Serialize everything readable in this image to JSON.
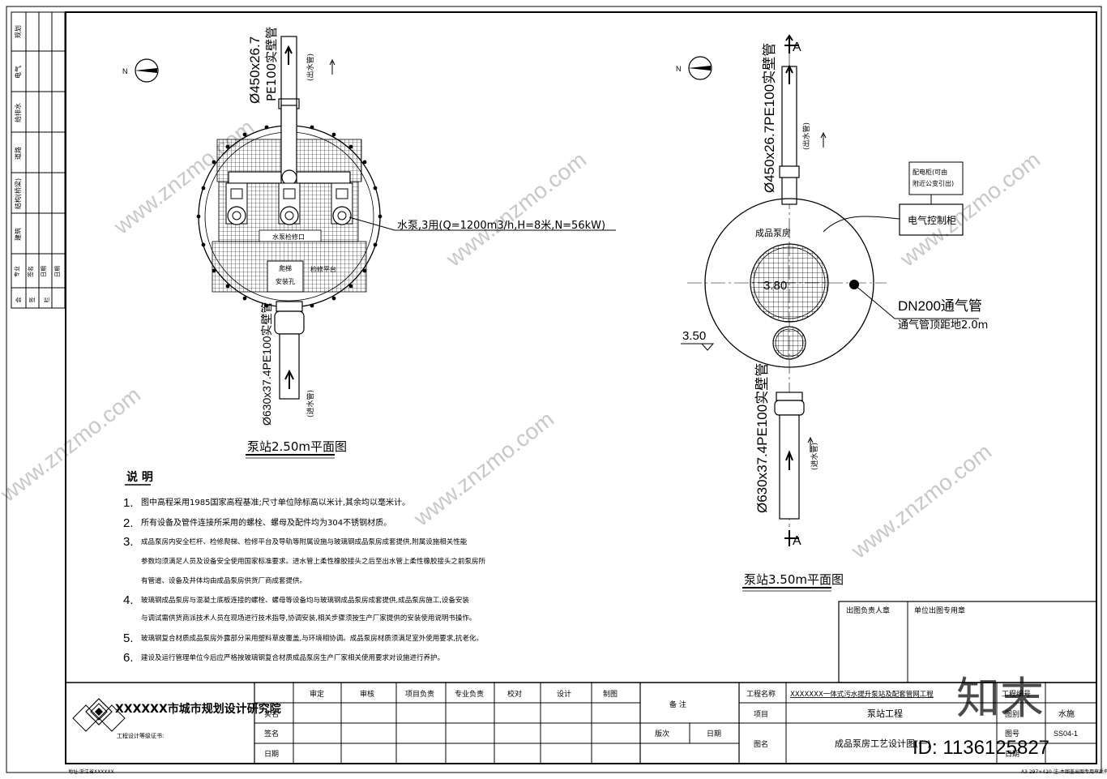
{
  "side_strip": {
    "disciplines": [
      "规划",
      "电气",
      "给排水",
      "道路",
      "结构(桥梁)",
      "建筑"
    ],
    "footer": [
      "专业",
      "签名",
      "日期"
    ],
    "footer_left": [
      "会",
      "签",
      "栏"
    ]
  },
  "plan_left": {
    "north": "N",
    "outlet_pipe_spec": "Ø450x26.7",
    "outlet_pipe_spec2": "PE100实壁管",
    "outlet_label": "(出水管)",
    "pump_callout": "水泵,3用(Q=1200m3/h,H=8米,N=56kW)",
    "inner_label": "水泵检修口",
    "inner_label2": "检修平台",
    "inner_label3": "爬梯",
    "inner_label4": "安装孔",
    "inlet_pipe_spec": "Ø630x37.4PE100实壁管",
    "inlet_label": "(进水管)",
    "title": "泵站2.50m平面图"
  },
  "plan_right": {
    "north": "N",
    "section_mark": "A",
    "outlet_pipe_spec": "Ø450x26.7PE100实壁管",
    "outlet_label": "(出水管)",
    "cabinet_top": "配电柜(可由",
    "cabinet_top2": "附近公变引出)",
    "cabinet": "电气控制柜",
    "pump_house": "成品泵房",
    "diameter": "3.80",
    "vent_pipe": "DN200通气管",
    "vent_height": "通气管顶距地2.0m",
    "elevation": "3.50",
    "inlet_pipe_spec": "Ø630x37.4PE100实壁管",
    "inlet_label": "(进水管)",
    "title": "泵站3.50m平面图"
  },
  "notes": {
    "heading": "说 明",
    "items": [
      {
        "num": "1.",
        "lines": [
          "图中高程采用1985国家高程基准;尺寸单位除标高以米计,其余均以毫米计。"
        ]
      },
      {
        "num": "2.",
        "lines": [
          "所有设备及管件连接所采用的螺栓、螺母及配件均为304不锈钢材质。"
        ]
      },
      {
        "num": "3.",
        "lines": [
          "成品泵房内安全栏杆、检修爬梯、检修平台及导轨等附属设施与玻璃钢成品泵房成套提供,附属设施相关性能",
          "参数均须满足人员及设备安全使用国家标准要求。进水管上柔性橡胶接头之后至出水管上柔性橡胶接头之前泵房所",
          "有管道、设备及井体均由成品泵房供货厂商成套提供。"
        ]
      },
      {
        "num": "4.",
        "lines": [
          "玻璃钢成品泵房与混凝土底板连接的螺栓、螺母等设备均与玻璃钢成品泵房成套提供,成品泵房施工,设备安装",
          "与调试需供货商派技术人员在现场进行技术指导,协调安装,相关步骤须按生产厂家提供的安装使用说明书操作。"
        ]
      },
      {
        "num": "5.",
        "lines": [
          "玻璃钢复合材质成品泵房外露部分采用塑料草皮覆盖,与环境相协调。成品泵房材质须满足室外使用要求,抗老化。"
        ]
      },
      {
        "num": "6.",
        "lines": [
          "建设及运行管理单位今后应严格按玻璃钢复合材质成品泵房生产厂家相关使用要求对设施进行养护。"
        ]
      }
    ]
  },
  "stamp_box": {
    "responsible": "出图负责人章",
    "unit_stamp": "单位出图专用章"
  },
  "title_block": {
    "institute": "XXXXXX市城市规划设计研究院",
    "cert": "工程设计等级证书:",
    "address": "地址:浙江省XXXXXX",
    "roles": [
      "审定",
      "审核",
      "项目负责",
      "专业负责",
      "校对",
      "设计",
      "制图"
    ],
    "rows": [
      "实名",
      "签名",
      "日期"
    ],
    "remark": "备    注",
    "version": "版次",
    "date": "日期",
    "project_name_label": "工程名称",
    "project_name": "XXXXXXX一体式污水提升泵站及配套管网工程",
    "project_no_label": "工程编号",
    "item_label": "项目",
    "item": "泵站工程",
    "category_label": "图别",
    "category": "水施",
    "drawing_name_label": "图名",
    "drawing_name": "成品泵房工艺设计图(一)",
    "drawing_no_label": "图号",
    "drawing_no": "SS04-1",
    "date_label": "日期",
    "footer_size": "A3  297×420",
    "footer_note": "注:本图盖出图专用章后有效"
  },
  "watermark": {
    "text": "www.znzmo.com",
    "logo": "知末",
    "id": "ID: 1136125827"
  }
}
